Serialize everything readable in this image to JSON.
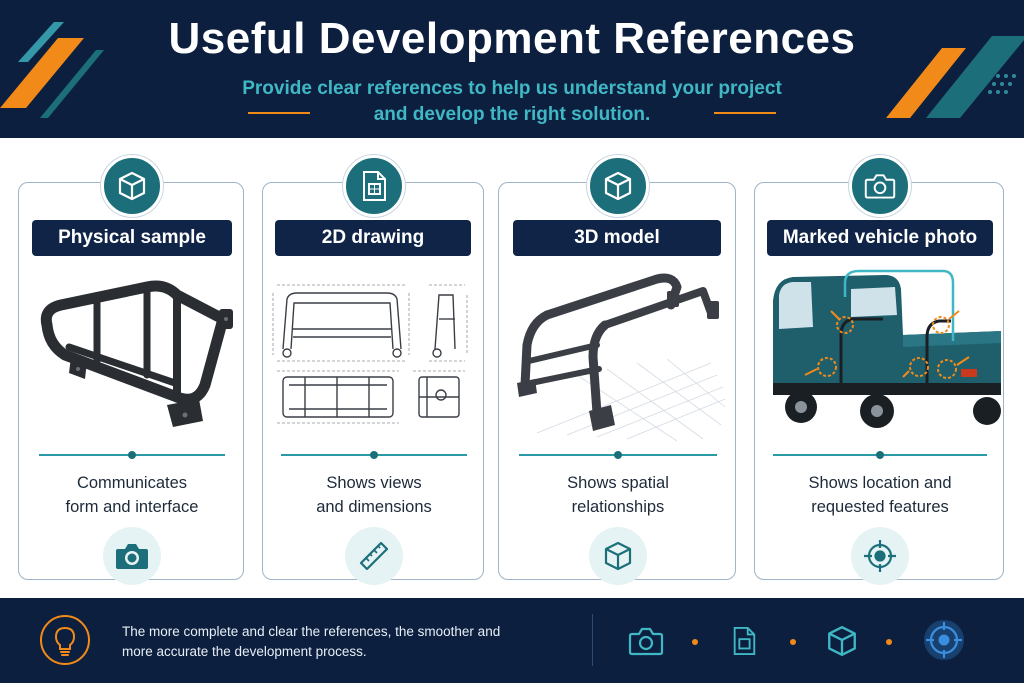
{
  "header": {
    "title": "Useful Development References",
    "subtitle_line1": "Provide clear references to help us understand your project",
    "subtitle_line2": "and develop the right solution."
  },
  "colors": {
    "navy": "#0d1f3f",
    "teal": "#1c6f7a",
    "accent_orange": "#f28a1a",
    "subtitle_teal": "#3fb7c4"
  },
  "cards": [
    {
      "label": "Physical sample",
      "desc_line1": "Communicates",
      "desc_line2": "form and interface",
      "top_icon": "cube-icon",
      "footer_icon": "camera-icon"
    },
    {
      "label": "2D drawing",
      "desc_line1": "Shows views",
      "desc_line2": "and dimensions",
      "top_icon": "drawing-file-icon",
      "footer_icon": "ruler-icon"
    },
    {
      "label": "3D model",
      "desc_line1": "Shows spatial",
      "desc_line2": "relationships",
      "top_icon": "cube-icon",
      "footer_icon": "cube-icon"
    },
    {
      "label": "Marked vehicle photo",
      "desc_line1": "Shows location and",
      "desc_line2": "requested features",
      "top_icon": "camera-icon",
      "footer_icon": "target-icon"
    }
  ],
  "footer": {
    "text_line1": "The more complete and clear the references, the smoother and",
    "text_line2": "more accurate the development process.",
    "icons": [
      "camera-icon",
      "drawing-file-icon",
      "cube-icon",
      "target-icon"
    ]
  }
}
